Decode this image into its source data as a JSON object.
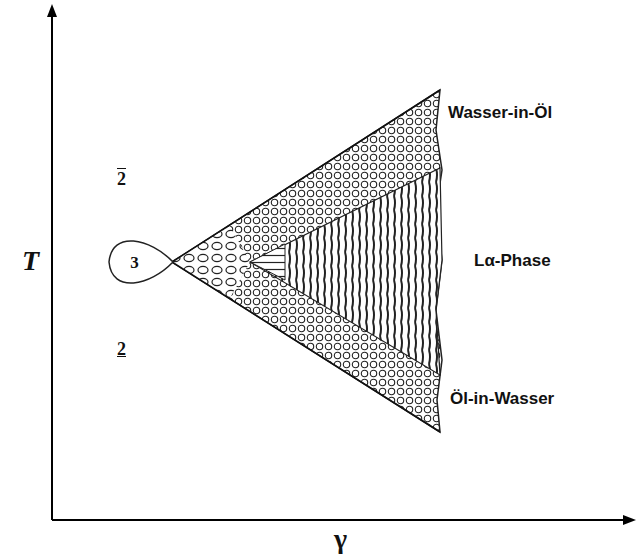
{
  "diagram": {
    "nodes": [
      {
        "text": [
          "3"
        ]
      }
    ],
    "labels": [
      "T",
      "γ",
      "2",
      "2",
      "Wasser-in-Öl",
      "Lα-Phase",
      "Öl-in-Wasser"
    ]
  }
}
